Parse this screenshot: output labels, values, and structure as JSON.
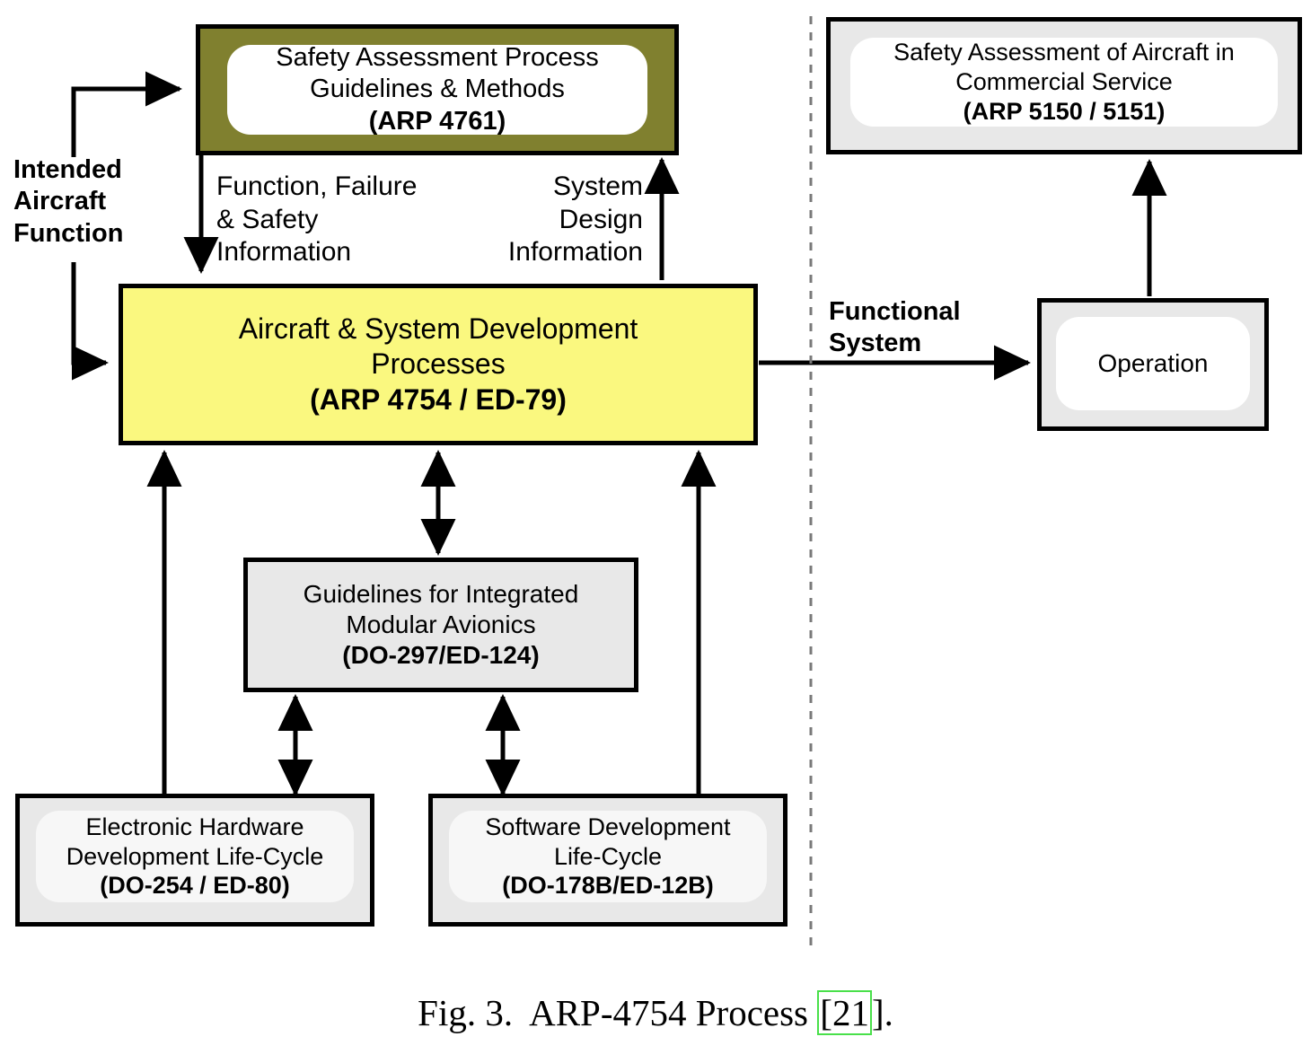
{
  "figure": {
    "caption_prefix": "Fig. 3.",
    "caption_title": "ARP-4754 Process",
    "caption_ref_open": "[",
    "caption_ref": "21",
    "caption_ref_close": "].",
    "divider": "vertical-dashed-divider"
  },
  "colors": {
    "olive": "#80802f",
    "yellow": "#faf87f",
    "gray": "#e8e8e8",
    "white": "#ffffff",
    "stroke": "#000000",
    "ref_highlight": "#49e04a"
  },
  "nodes": {
    "safety_assessment_process": {
      "line1": "Safety Assessment Process",
      "line2": "Guidelines & Methods",
      "line3": "(ARP 4761)"
    },
    "aircraft_system_development": {
      "line1": "Aircraft & System Development",
      "line2": "Processes",
      "line3": "(ARP 4754 / ED-79)"
    },
    "integrated_modular_avionics": {
      "line1": "Guidelines for Integrated",
      "line2": "Modular Avionics",
      "line3": "(DO-297/ED-124)"
    },
    "electronic_hardware": {
      "line1": "Electronic Hardware",
      "line2": "Development Life-Cycle",
      "line3": "(DO-254 / ED-80)"
    },
    "software_development": {
      "line1": "Software Development",
      "line2": "Life-Cycle",
      "line3": "(DO-178B/ED-12B)"
    },
    "commercial_service": {
      "line1": "Safety Assessment of Aircraft in",
      "line2": "Commercial Service",
      "line3": "(ARP 5150 / 5151)"
    },
    "operation": {
      "line1": "Operation"
    }
  },
  "edge_labels": {
    "intended_aircraft_function": "Intended\nAircraft\nFunction",
    "function_failure_safety": "Function, Failure\n& Safety\nInformation",
    "system_design_information": "System\nDesign\nInformation",
    "functional_system": "Functional\nSystem"
  }
}
